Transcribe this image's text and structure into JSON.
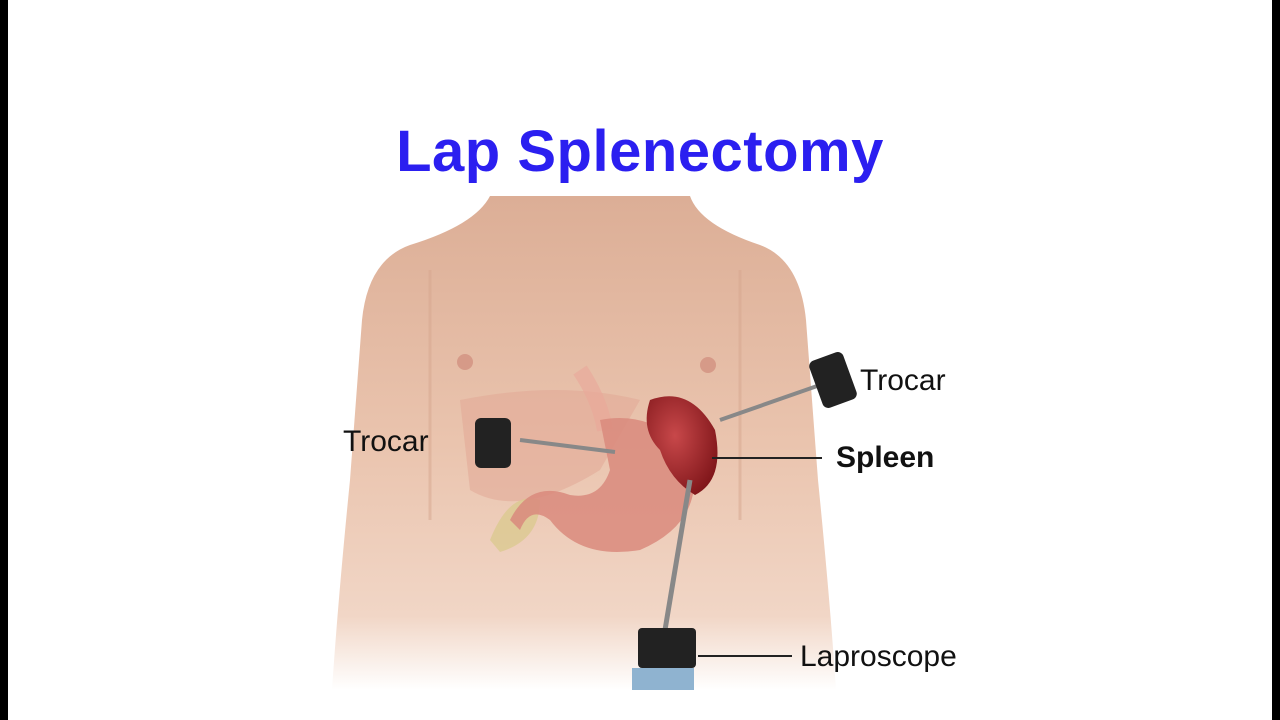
{
  "title": "Lap Splenectomy",
  "labels": {
    "trocar_left": "Trocar",
    "trocar_right": "Trocar",
    "spleen": "Spleen",
    "laparoscope": "Laproscope"
  },
  "colors": {
    "title": "#2b1ff0",
    "skin": "#e8bfa8",
    "spleen": "#a8282c",
    "stomach": "#d98a7c"
  }
}
